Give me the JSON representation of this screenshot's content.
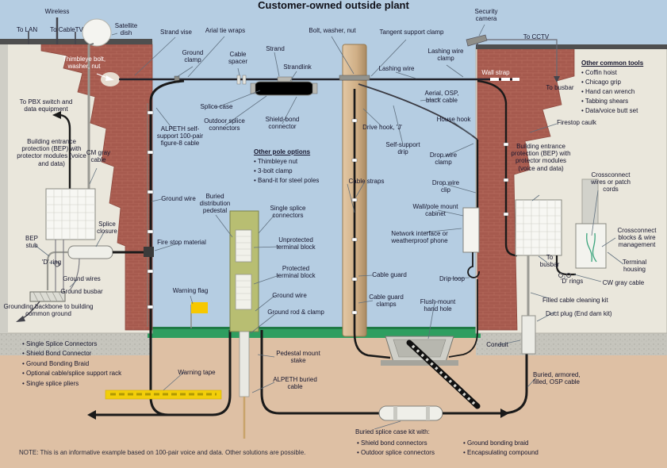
{
  "title": "Customer-owned outside plant",
  "note": "NOTE: This is an informative example based on 100-pair voice and data. Other solutions are possible.",
  "roof_left": {
    "wireless": "Wireless",
    "to_lan": "To LAN",
    "to_cabletv": "To CableTV",
    "satellite_dish": "Satellite dish"
  },
  "aerial": {
    "thimbleye_bolt": "Thimbleye bolt, washer, nut",
    "strand_vise": "Strand vise",
    "arial_tie_wraps": "Arial tie wraps",
    "ground_clamp": "Ground clamp",
    "cable_spacer": "Cable spacer",
    "strand": "Strand",
    "strandlink": "Strandlink",
    "splice_case": "Splice case",
    "outdoor_splice_connectors": "Outdoor splice connectors",
    "shield_bond_connector": "Shield-bond connector",
    "bolt_washer_nut": "Bolt, washer, nut",
    "tangent_support_clamp": "Tangent support clamp",
    "lashing_wire": "Lashing wire",
    "lashing_wire_clamp": "Lashing wire clamp",
    "wall_strap": "Wall strap",
    "aerial_osp_black_cable": "Aerial, OSP, black cable"
  },
  "right_roof": {
    "security_camera": "Security camera",
    "to_cctv": "To CCTV",
    "to_busbar": "To busbar"
  },
  "pole_area": {
    "house_hook": "House hook",
    "drive_hook": "Drive hook, 'J'",
    "self_support_drip": "Self-support drip",
    "drop_wire_clamp": "Drop wire clamp",
    "drop_wire_clip": "Drop wire clip",
    "cable_straps": "Cable straps",
    "cable_guard": "Cable guard",
    "cable_guard_clamps": "Cable guard clamps",
    "drip_loop": "Drip loop",
    "flush_mount_hand_hole": "Flush-mount hand hole",
    "wallpole_mount_cabinet": "Wall/pole mount cabinet",
    "network_interface": "Network interface or weatherproof phone"
  },
  "other_pole_options": {
    "title": "Other pole options",
    "items": [
      "Thimbleye nut",
      "3-bolt clamp",
      "Band-it for steel poles"
    ]
  },
  "other_common_tools": {
    "title": "Other common tools",
    "items": [
      "Coffin hoist",
      "Chicago grip",
      "Hand can wrench",
      "Tabbing shears",
      "Data/voice butt set"
    ]
  },
  "left_building": {
    "to_pbx": "To PBX switch and data equipment",
    "bep": "Building entrance protection (BEP) with protector modules (voice and data)",
    "cm_gray_cable": "CM gray cable",
    "alpeth_self_support": "ALPETH self-support 100-pair figure-8 cable",
    "ground_wire": "Ground wire",
    "splice_closure": "Splice closure",
    "bep_stub": "BEP stub",
    "d_ring": "'D' ring",
    "ground_wires": "Ground wires",
    "ground_busbar": "Ground busbar",
    "grounding_backbone": "Grounding backbone to building common ground",
    "fire_stop_material": "Fire stop material"
  },
  "pedestal": {
    "buried_distribution_pedestal": "Buried distribution pedestal",
    "single_splice_connectors": "Single splice connectors",
    "unprotected_terminal_block": "Unprotected terminal block",
    "protected_terminal_block": "Protected terminal block",
    "ground_wire": "Ground wire",
    "ground_rod_clamp": "Ground rod & clamp",
    "warning_flag": "Warning flag",
    "warning_tape": "Warning tape",
    "pedestal_mount_stake": "Pedestal mount stake",
    "alpeth_buried_cable": "ALPETH buried cable"
  },
  "right_building": {
    "firestop_caulk": "Firestop caulk",
    "bep": "Building entrance protection (BEP) with protector modules (voice and data)",
    "crossconnect_wires": "Crossconnect wires or patch cords",
    "crossconnect_blocks": "Crossconnect blocks & wire management",
    "terminal_housing": "Terminal housing",
    "to_busbar": "To busbar",
    "d_rings": "'D' rings",
    "cw_gray_cable": "CW gray cable",
    "filled_cable_cleaning_kit": "Filled cable cleaning kit",
    "duct_plug": "Duct plug (End dam kit)",
    "conduit": "Conduit",
    "buried_armored_cable": "Buried, armored, filled, OSP cable"
  },
  "underground": {
    "left_kit_items": [
      "Single Splice Connectors",
      "Shield Bond Connector",
      "Ground Bonding Braid",
      "Optional cable/splice support rack",
      "Single splice pliers"
    ],
    "splice_kit_title": "Buried splice case kit with:",
    "splice_kit_items_left": [
      "Shield bond connectors",
      "Outdoor splice connectors"
    ],
    "splice_kit_items_right": [
      "Ground bonding braid",
      "Encapsulating compound"
    ]
  },
  "colors": {
    "sky": "#b5cde2",
    "brick": "#a65a4e",
    "interior": "#eae7dc",
    "earth": "#dec0a4",
    "grass": "#2f9e60",
    "pedestal_green": "#b8be72",
    "warning_yellow": "#f2ce0a",
    "cable_black": "#1a1a1a"
  }
}
